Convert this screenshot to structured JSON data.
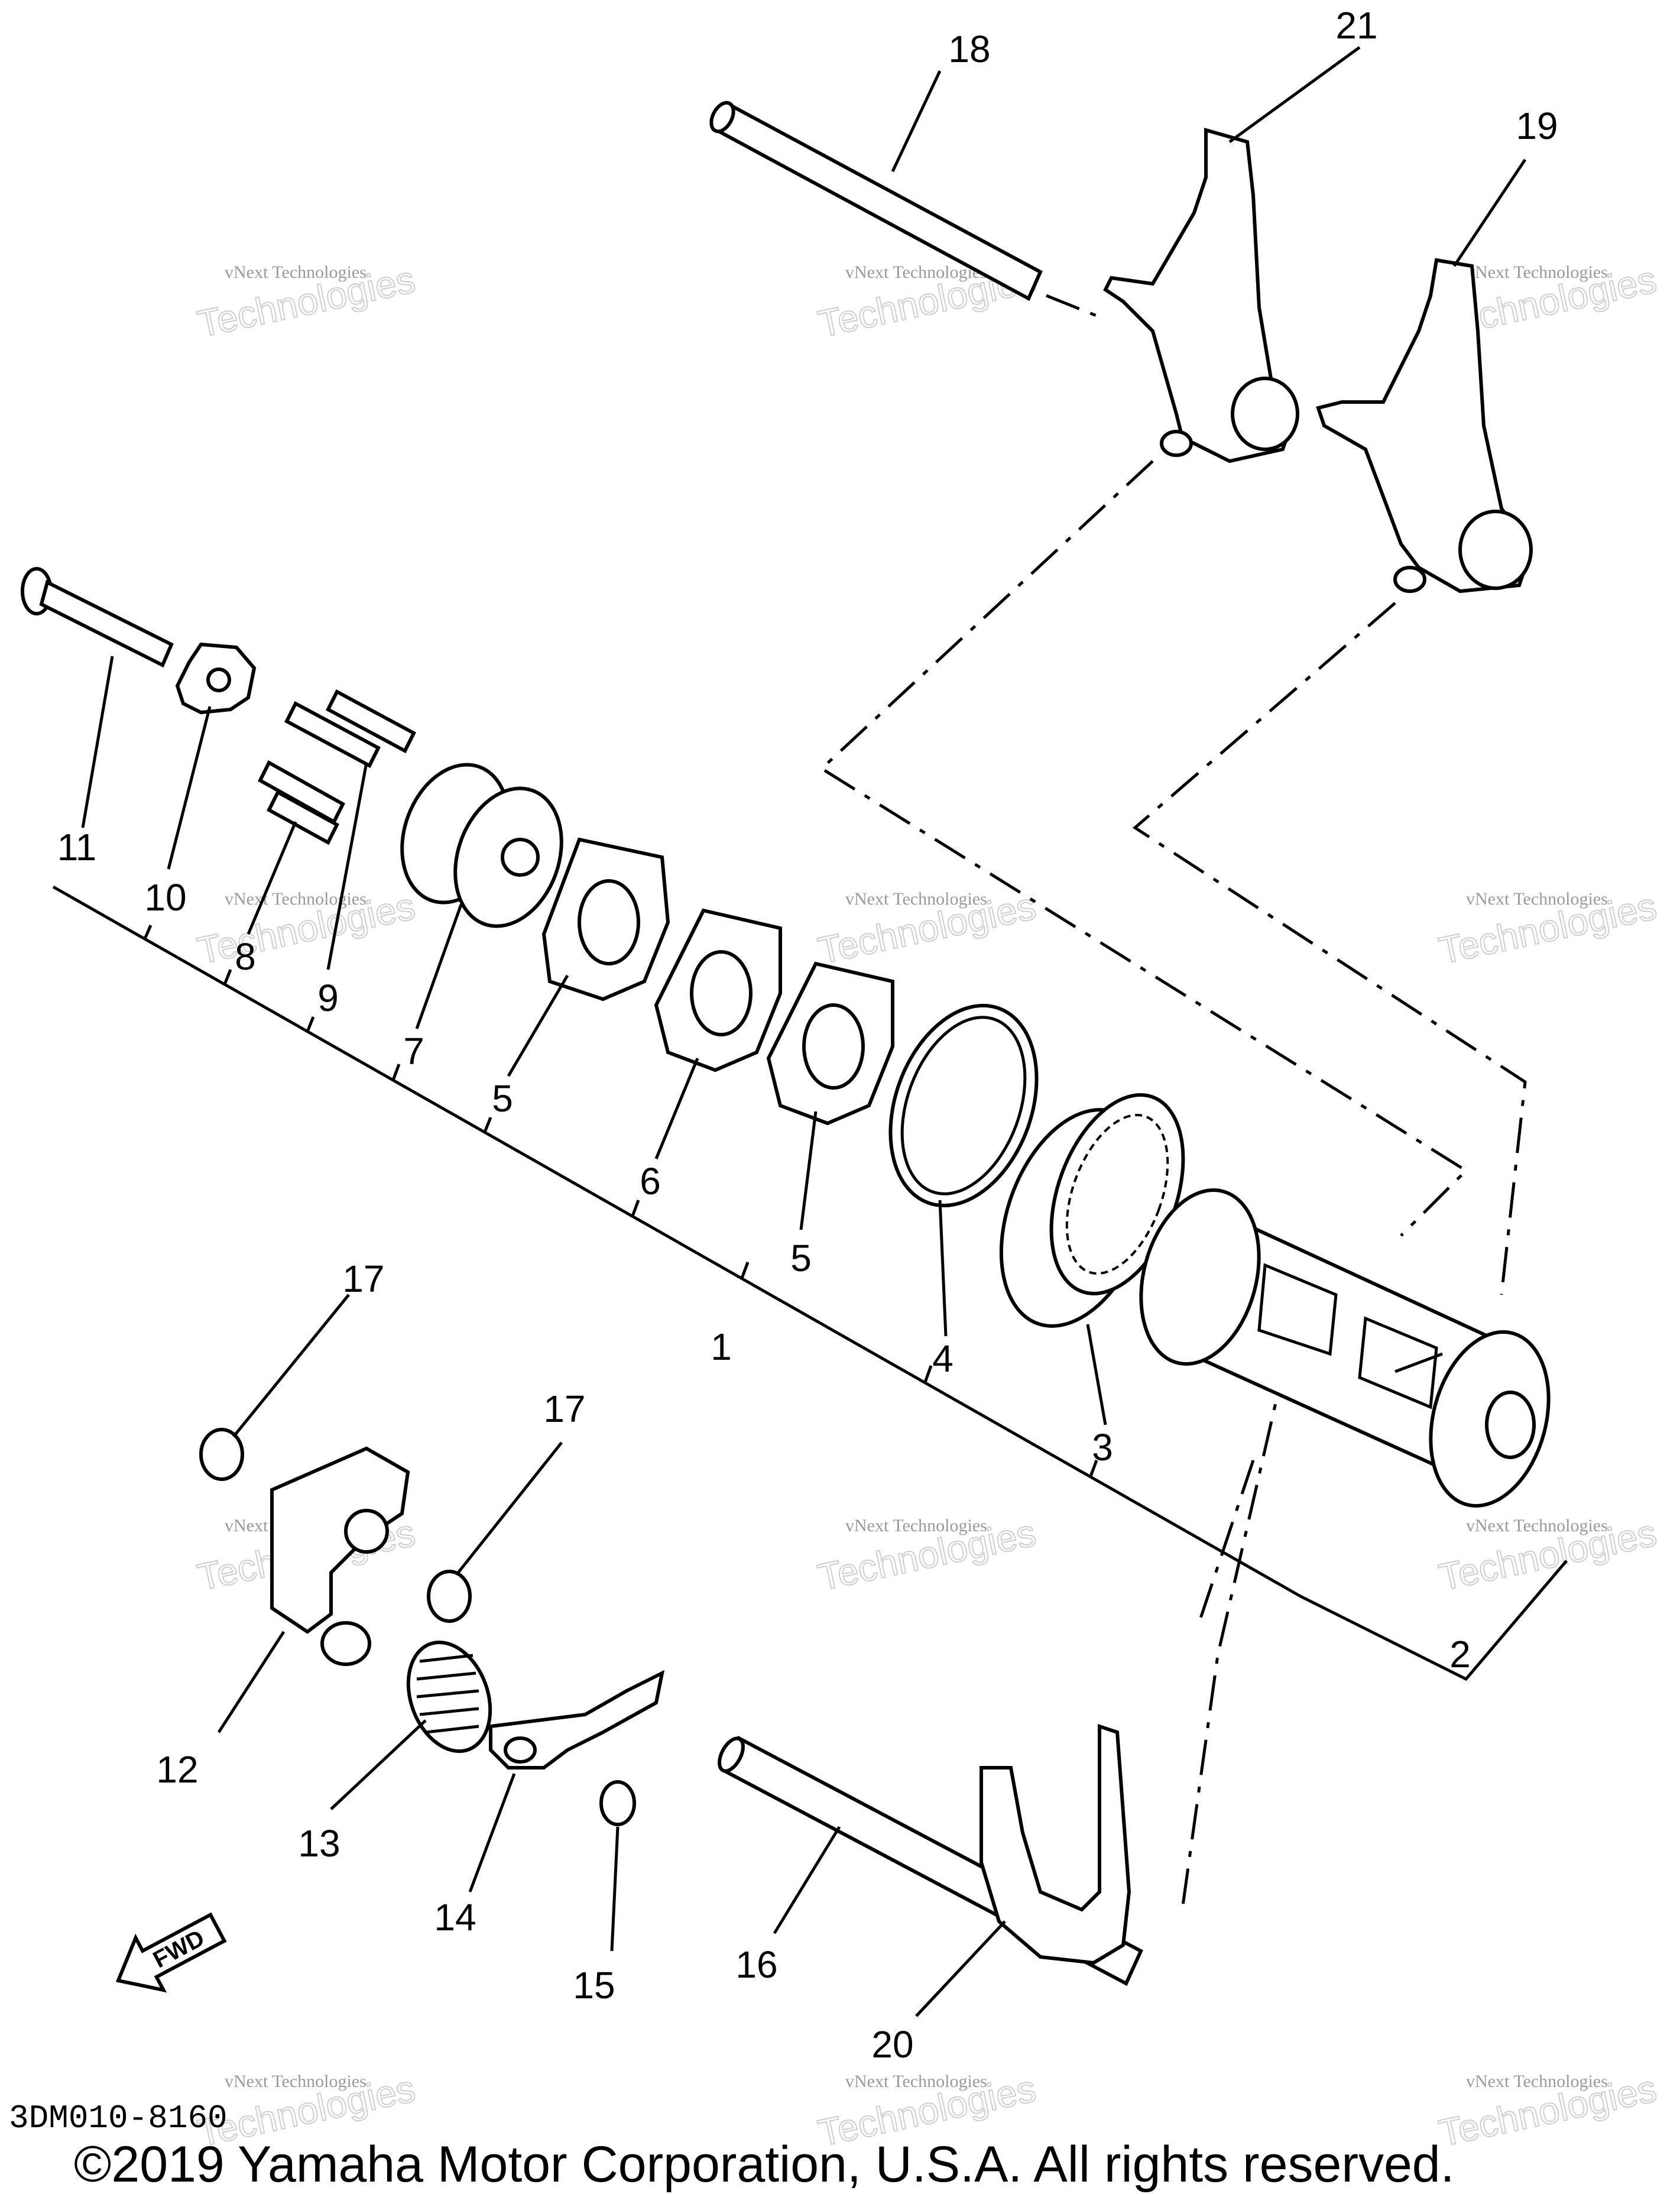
{
  "diagram": {
    "callouts": [
      "1",
      "2",
      "3",
      "4",
      "5",
      "5",
      "6",
      "7",
      "8",
      "9",
      "10",
      "11",
      "12",
      "13",
      "14",
      "15",
      "16",
      "17",
      "17",
      "18",
      "19",
      "20",
      "21"
    ],
    "watermark": {
      "line1": "vNext",
      "line2": "Technologies",
      "line3": "vNext Technologies"
    },
    "fwd_label": "FWD",
    "drawing_code": "3DM010-8160",
    "copyright": "©2019 Yamaha Motor Corporation, U.S.A. All rights reserved."
  }
}
